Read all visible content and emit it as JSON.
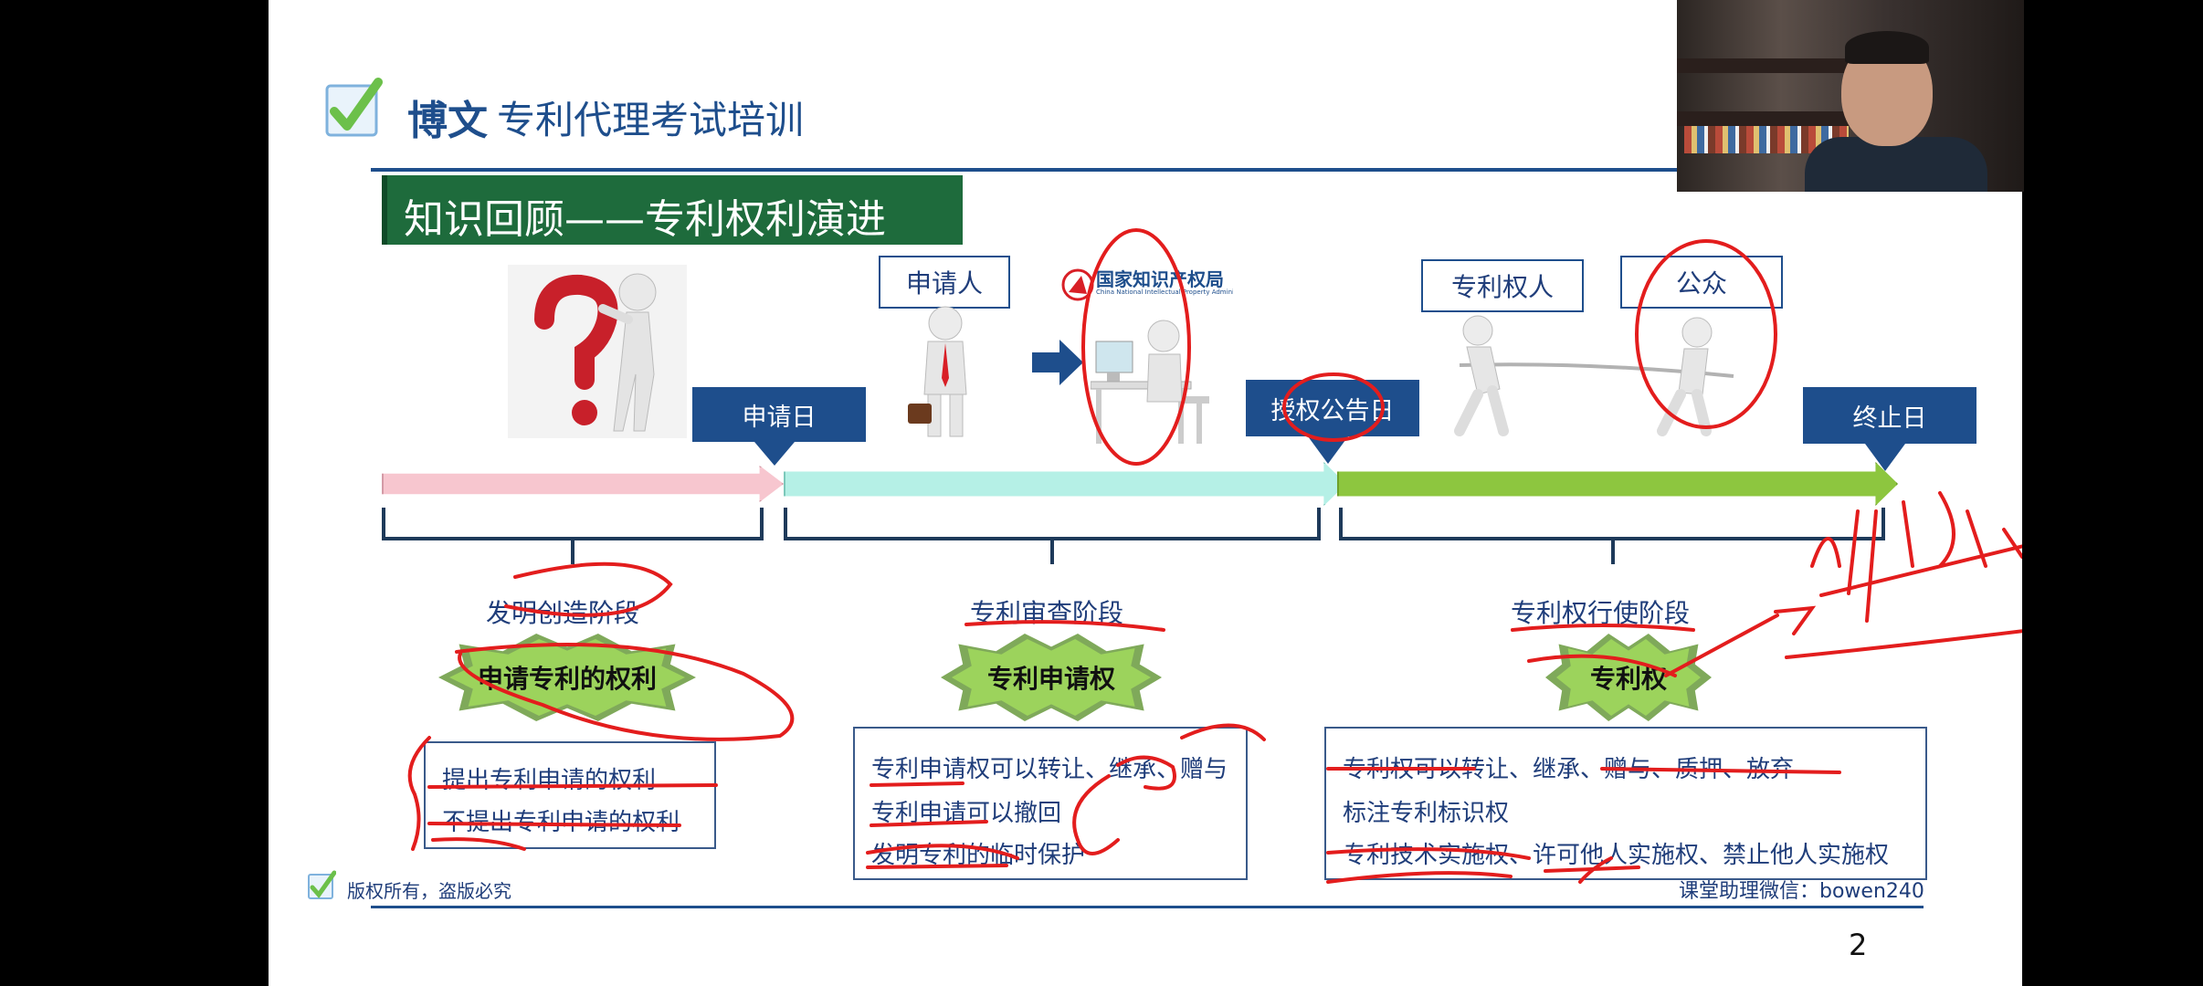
{
  "header": {
    "brand": "博文",
    "title": "专利代理考试培训"
  },
  "section_title": "知识回顾——专利权利演进",
  "roles": {
    "applicant": "申请人",
    "office_logo": "国家知识产权局",
    "office_logo_en": "China National Intellectual Property Administration",
    "patentee": "专利权人",
    "public": "公众"
  },
  "milestones": {
    "filing_day": "申请日",
    "grant_day": "授权公告日",
    "termination_day": "终止日"
  },
  "stages": [
    {
      "name": "发明创造阶段",
      "right": "申请专利的权利",
      "items": [
        "提出专利申请的权利",
        "不提出专利申请的权利"
      ]
    },
    {
      "name": "专利审查阶段",
      "right": "专利申请权",
      "items": [
        "专利申请权可以转让、继承、赠与",
        "专利申请可以撤回",
        "发明专利的临时保护"
      ]
    },
    {
      "name": "专利权行使阶段",
      "right": "专利权",
      "items": [
        "专利权可以转让、继承、赠与、质押、放弃",
        "标注专利标识权",
        "专利技术实施权、许可他人实施权、禁止他人实施权"
      ]
    }
  ],
  "footer": {
    "copyright": "版权所有，盗版必究",
    "assistant": "课堂助理微信：bowen240",
    "page_number": "2"
  },
  "colors": {
    "navy": "#1e4e8c",
    "section_green": "#1e6b3c",
    "star_green": "#9cd35c",
    "arrow_pink": "#f7c6cf",
    "arrow_mint": "#b5f0e6",
    "arrow_green": "#8dc63f",
    "annotation_red": "#e31d1d"
  },
  "icons": [
    "checkmark-logo-icon",
    "question-mark-figure-icon",
    "businessman-figure-icon",
    "right-arrow-icon",
    "office-worker-figure-icon",
    "tug-of-war-figures-icon"
  ]
}
